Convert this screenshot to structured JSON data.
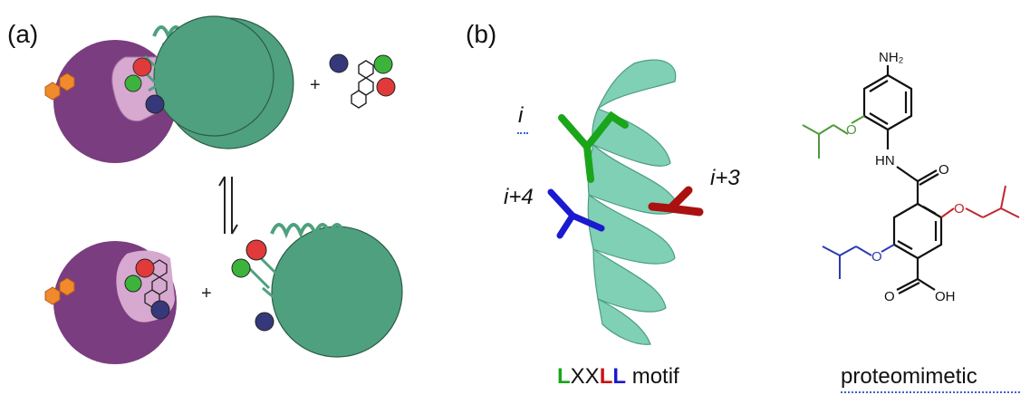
{
  "panels": {
    "a": {
      "label": "(a)",
      "plus_top": "+",
      "plus_bottom": "+"
    },
    "b": {
      "label": "(b)",
      "residue_i": "i",
      "residue_i3": "i+3",
      "residue_i4": "i+4",
      "motif_L1": "L",
      "motif_XX": "XX",
      "motif_L2": "L",
      "motif_L3": "L",
      "motif_suffix": " motif",
      "proteomimetic": "proteomimetic",
      "nh2": "NH₂",
      "hn": "HN",
      "o_amide": "O",
      "o_left": "O",
      "o_right": "O",
      "o_bottom": "O",
      "o_acid": "O",
      "oh": "OH"
    }
  },
  "colors": {
    "purple_protein": "#7a3d80",
    "green_protein": "#4fa07e",
    "pink_pocket": "#d7a8d0",
    "orange_ligand": "#f08a2c",
    "helix": "#7fd0b5",
    "green_res": "#1aa51a",
    "red_res": "#cc1111",
    "blue_res": "#1a1ad0",
    "navy_ball": "#35397a",
    "chem_green": "#4e9a3a",
    "chem_red": "#c0272d",
    "chem_blue": "#2b3bb0"
  }
}
